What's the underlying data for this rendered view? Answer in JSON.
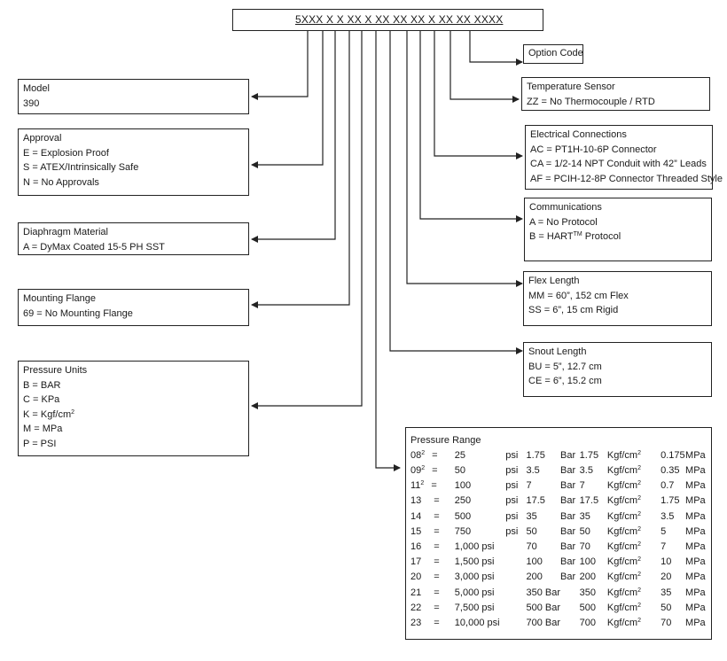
{
  "model_code": "5XXX X X XX X XX XX XX X XX XX XXXX",
  "boxes": {
    "model": {
      "title": "Model",
      "lines": [
        "390"
      ]
    },
    "approval": {
      "title": "Approval",
      "lines": [
        "E = Explosion Proof",
        "S = ATEX/Intrinsically Safe",
        "N = No Approvals"
      ]
    },
    "diaphragm": {
      "title": "Diaphragm Material",
      "lines": [
        "A = DyMax Coated 15-5 PH SST"
      ]
    },
    "mounting": {
      "title": "Mounting Flange",
      "lines": [
        "69 = No Mounting Flange"
      ]
    },
    "pressure_units": {
      "title": "Pressure Units",
      "lines": [
        "B = BAR",
        "C = KPa",
        "K = Kgf/cm",
        "M = MPa",
        "P = PSI"
      ],
      "superscript": "2"
    },
    "option_code": {
      "title": "Option Code"
    },
    "temperature": {
      "title": "Temperature Sensor",
      "lines": [
        "ZZ = No Thermocouple / RTD"
      ]
    },
    "electrical": {
      "title": "Electrical Connections",
      "lines": [
        "AC = PT1H-10-6P Connector",
        "CA = 1/2-14 NPT Conduit with 42” Leads",
        "AF = PCIH-12-8P Connector Threaded Style"
      ]
    },
    "communications": {
      "title": "Communications",
      "lines": [
        "A = No Protocol",
        "B = HART",
        "Protocol"
      ],
      "superscript": "TM"
    },
    "flex": {
      "title": "Flex Length",
      "lines": [
        "MM = 60”, 152 cm Flex",
        "SS = 6”, 15 cm Rigid"
      ]
    },
    "snout": {
      "title": "Snout Length",
      "lines": [
        "BU = 5”, 12.7 cm",
        "CE = 6”, 15.2 cm"
      ]
    },
    "pressure_range": {
      "title": "Pressure Range",
      "rows": [
        {
          "code": "08",
          "note": "2",
          "psi": "25",
          "psi_unit": "psi",
          "bar": "1.75",
          "bar_unit": "Bar",
          "kgf": "1.75",
          "kgf_unit": "Kgf/cm",
          "mpa": "0.175",
          "mpa_unit": "MPa"
        },
        {
          "code": "09",
          "note": "2",
          "psi": "50",
          "psi_unit": "psi",
          "bar": "3.5",
          "bar_unit": "Bar",
          "kgf": "3.5",
          "kgf_unit": "Kgf/cm",
          "mpa": "0.35",
          "mpa_unit": "MPa"
        },
        {
          "code": "11",
          "note": "2",
          "psi": "100",
          "psi_unit": "psi",
          "bar": "7",
          "bar_unit": "Bar",
          "kgf": "7",
          "kgf_unit": "Kgf/cm",
          "mpa": "0.7",
          "mpa_unit": "MPa"
        },
        {
          "code": "13",
          "note": "",
          "psi": "250",
          "psi_unit": "psi",
          "bar": "17.5",
          "bar_unit": "Bar",
          "kgf": "17.5",
          "kgf_unit": "Kgf/cm",
          "mpa": "1.75",
          "mpa_unit": "MPa"
        },
        {
          "code": "14",
          "note": "",
          "psi": "500",
          "psi_unit": "psi",
          "bar": "35",
          "bar_unit": "Bar",
          "kgf": "35",
          "kgf_unit": "Kgf/cm",
          "mpa": "3.5",
          "mpa_unit": "MPa"
        },
        {
          "code": "15",
          "note": "",
          "psi": "750",
          "psi_unit": "psi",
          "bar": "50",
          "bar_unit": "Bar",
          "kgf": "50",
          "kgf_unit": "Kgf/cm",
          "mpa": "5",
          "mpa_unit": "MPa"
        },
        {
          "code": "16",
          "note": "",
          "psi": "1,000 psi",
          "psi_unit": "",
          "bar": "70",
          "bar_unit": "Bar",
          "kgf": "70",
          "kgf_unit": "Kgf/cm",
          "mpa": "7",
          "mpa_unit": "MPa"
        },
        {
          "code": "17",
          "note": "",
          "psi": "1,500 psi",
          "psi_unit": "",
          "bar": "100",
          "bar_unit": "Bar",
          "kgf": "100",
          "kgf_unit": "Kgf/cm",
          "mpa": "10",
          "mpa_unit": "MPa"
        },
        {
          "code": "20",
          "note": "",
          "psi": "3,000 psi",
          "psi_unit": "",
          "bar": "200",
          "bar_unit": "Bar",
          "kgf": "200",
          "kgf_unit": "Kgf/cm",
          "mpa": "20",
          "mpa_unit": "MPa"
        },
        {
          "code": "21",
          "note": "",
          "psi": "5,000 psi",
          "psi_unit": "",
          "bar": "350 Bar",
          "bar_unit": "",
          "kgf": "350",
          "kgf_unit": "Kgf/cm",
          "mpa": "35",
          "mpa_unit": "MPa"
        },
        {
          "code": "22",
          "note": "",
          "psi": "7,500 psi",
          "psi_unit": "",
          "bar": "500 Bar",
          "bar_unit": "",
          "kgf": "500",
          "kgf_unit": "Kgf/cm",
          "mpa": "50",
          "mpa_unit": "MPa"
        },
        {
          "code": "23",
          "note": "",
          "psi": "10,000 psi",
          "psi_unit": "",
          "bar": "700 Bar",
          "bar_unit": "",
          "kgf": "700",
          "kgf_unit": "Kgf/cm",
          "mpa": "70",
          "mpa_unit": "MPa"
        }
      ],
      "equals": "=",
      "superscript": "2"
    }
  },
  "colors": {
    "line": "#222222",
    "text": "#1a1a1a"
  }
}
